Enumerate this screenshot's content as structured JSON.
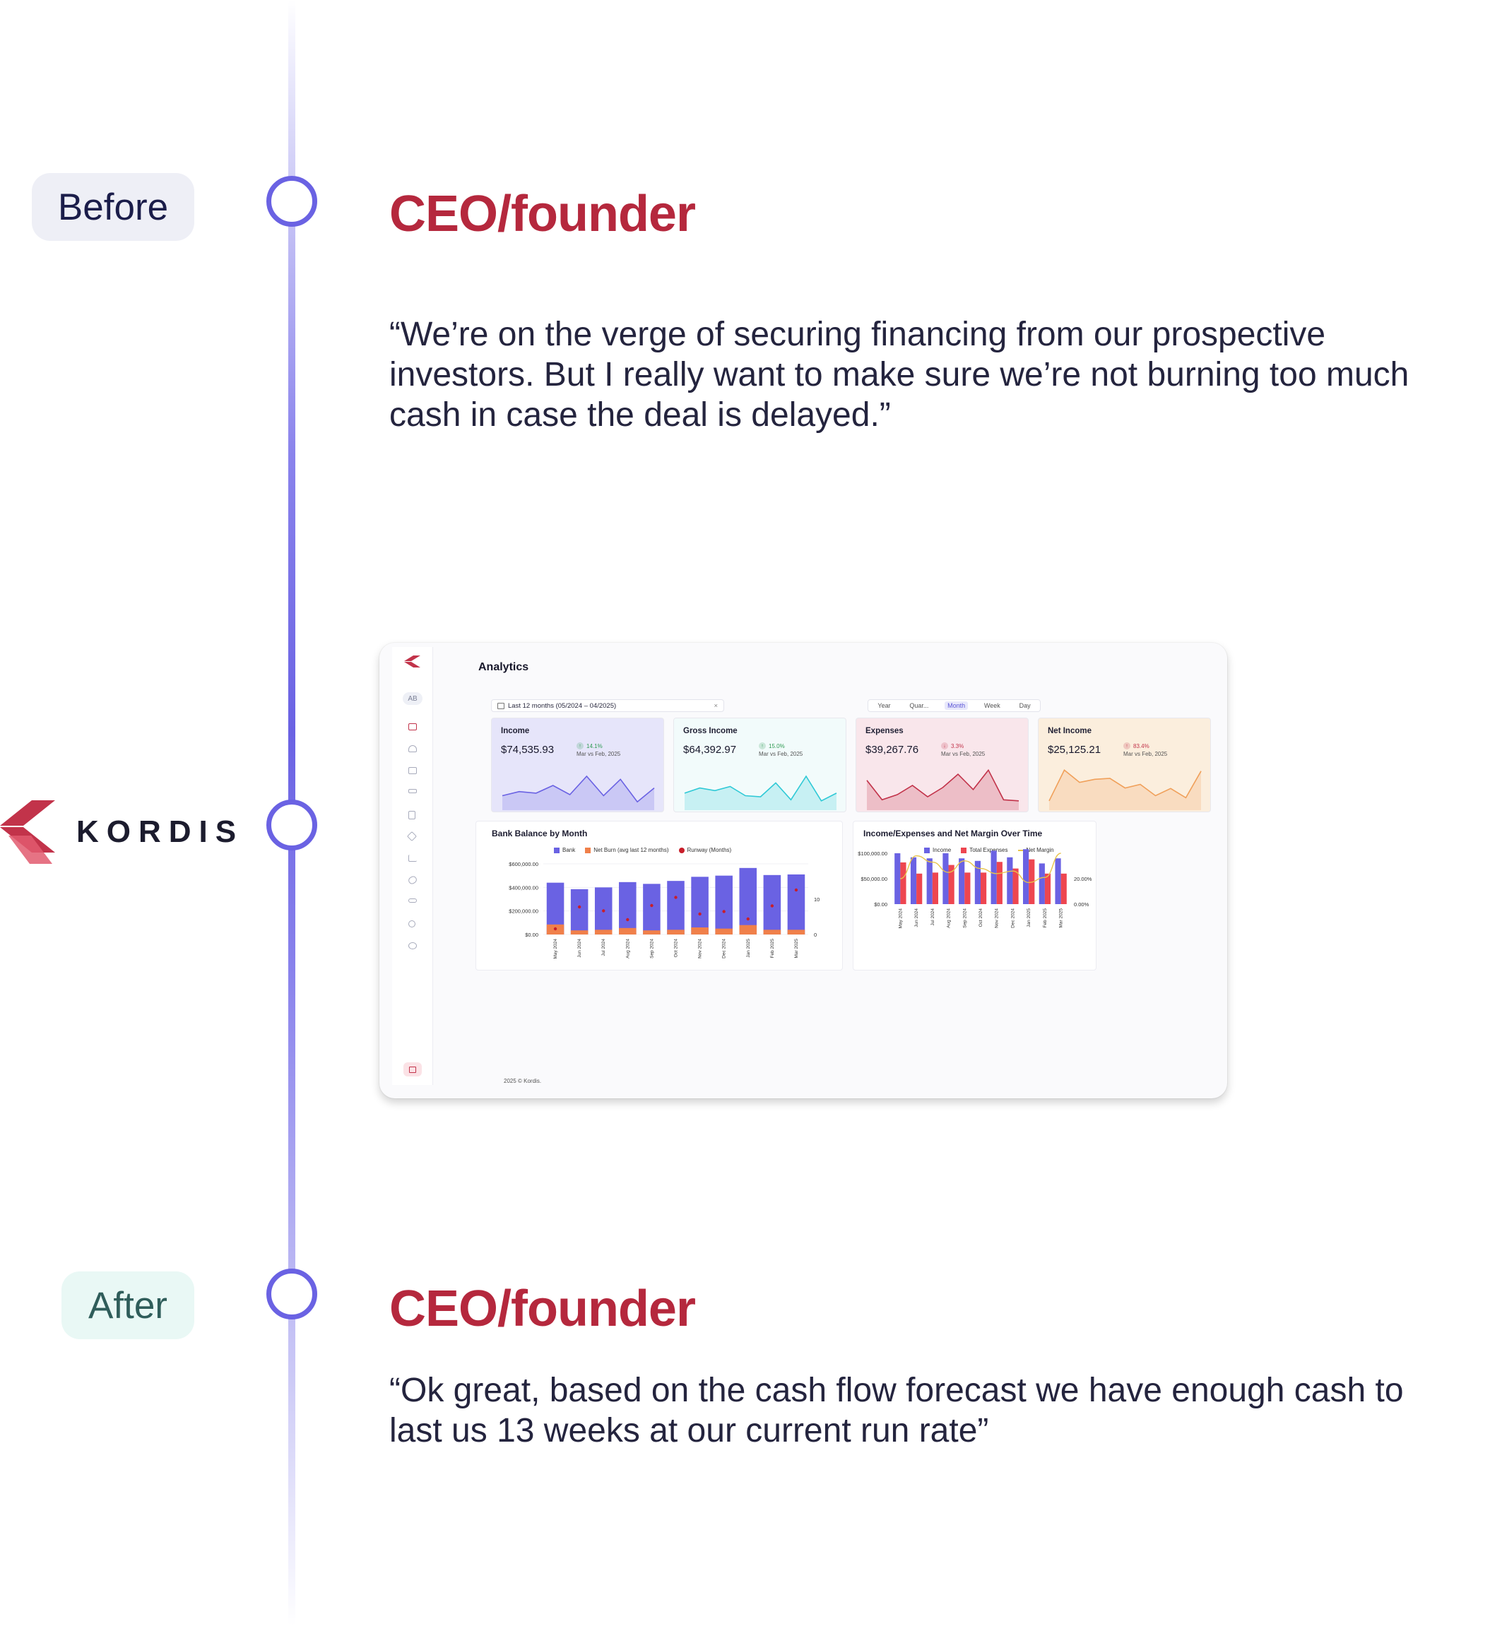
{
  "timeline": {
    "before": {
      "badge": "Before",
      "role": "CEO/founder",
      "quote": " “We’re on the verge of securing financing from our prospective investors. But I really want to make sure we’re not burning too much cash in case the deal is delayed.”"
    },
    "brand": {
      "name": "KORDIS"
    },
    "after": {
      "badge": "After",
      "role": "CEO/founder",
      "quote": "“Ok great, based on the cash flow forecast we have enough cash to last us 13 weeks at our current run rate”"
    }
  },
  "dashboard": {
    "title": "Analytics",
    "avatar": "AB",
    "date_filter": "Last 12 months (05/2024 – 04/2025)",
    "clear_symbol": "×",
    "range_tabs": [
      "Year",
      "Quar...",
      "Month",
      "Week",
      "Day"
    ],
    "active_range": "Month",
    "footer": "2025 © Kordis.",
    "kpis": [
      {
        "title": "Income",
        "value": "$74,535.93",
        "delta": "14.1%",
        "direction": "up",
        "sub": "Mar vs Feb, 2025",
        "color": "#6a62e3",
        "fill": "#e6e5fa",
        "trend": [
          60,
          52,
          55,
          40,
          58,
          22,
          60,
          28,
          72,
          45
        ]
      },
      {
        "title": "Gross Income",
        "value": "$64,392.97",
        "delta": "15.0%",
        "direction": "up",
        "sub": "Mar vs Feb, 2025",
        "color": "#2fc9d6",
        "fill": "#f2fbfb",
        "trend": [
          55,
          45,
          50,
          42,
          60,
          62,
          35,
          68,
          22,
          70,
          55
        ]
      },
      {
        "title": "Expenses",
        "value": "$39,267.76",
        "delta": "3.3%",
        "direction": "down",
        "sub": "Mar vs Feb, 2025",
        "color": "#c2334a",
        "fill": "#f9e6eb",
        "trend": [
          30,
          68,
          58,
          40,
          62,
          44,
          18,
          48,
          10,
          68,
          70
        ]
      },
      {
        "title": "Net Income",
        "value": "$25,125.21",
        "delta": "83.4%",
        "direction": "up",
        "sub": "Mar vs Feb, 2025",
        "color": "#f0a05a",
        "fill": "#fbeedd",
        "trend": [
          70,
          10,
          34,
          28,
          26,
          45,
          38,
          60,
          46,
          64,
          12
        ]
      }
    ],
    "colors": {
      "accent": "#6a62e3",
      "brand": "#b5283d",
      "up": "#2f9a53",
      "down": "#c2334a"
    }
  },
  "chart_data": [
    {
      "type": "bar",
      "title": "Bank Balance by Month",
      "categories": [
        "May 2024",
        "Jun 2024",
        "Jul 2024",
        "Aug 2024",
        "Sep 2024",
        "Oct 2024",
        "Nov 2024",
        "Dec 2024",
        "Jan 2025",
        "Feb 2025",
        "Mar 2025"
      ],
      "series": [
        {
          "name": "Bank",
          "color": "#6a62e3",
          "values": [
            440000,
            385000,
            400000,
            445000,
            430000,
            455000,
            490000,
            500000,
            565000,
            505000,
            510000
          ]
        },
        {
          "name": "Net Burn (avg last 12 months)",
          "color": "#f0804a",
          "values": [
            85000,
            35000,
            40000,
            55000,
            35000,
            40000,
            60000,
            50000,
            80000,
            40000,
            40000
          ]
        },
        {
          "name": "Runway (Months)",
          "color": "#c81e2a",
          "marker": "dot",
          "values": [
            1.6,
            7.8,
            6.7,
            4.2,
            8.2,
            10.5,
            5.8,
            6.5,
            4.4,
            8.1,
            12.6
          ]
        }
      ],
      "y_ticks": [
        "$600,000.00",
        "$400,000.00",
        "$200,000.00",
        "$0.00"
      ],
      "ylim": [
        0,
        600000
      ],
      "y2_ticks": [
        "10",
        "0"
      ],
      "y2lim": [
        0,
        20
      ]
    },
    {
      "type": "bar",
      "title": "Income/Expenses and Net Margin Over Time",
      "categories": [
        "May 2024",
        "Jun 2024",
        "Jul 2024",
        "Aug 2024",
        "Sep 2024",
        "Oct 2024",
        "Nov 2024",
        "Dec 2024",
        "Jan 2025",
        "Feb 2025",
        "Mar 2025"
      ],
      "series": [
        {
          "name": "Income",
          "color": "#6a62e3",
          "values": [
            100000,
            92000,
            90000,
            100000,
            90000,
            85000,
            105000,
            92000,
            108000,
            80000,
            90000
          ]
        },
        {
          "name": "Total Expenses",
          "color": "#ee4650",
          "values": [
            82000,
            60000,
            62000,
            77000,
            62000,
            62000,
            83000,
            70000,
            88000,
            60000,
            60000
          ]
        },
        {
          "name": "Net Margin",
          "color": "#e8c34a",
          "type": "line",
          "values": [
            20.0,
            38.0,
            33.0,
            25.0,
            34.0,
            28.0,
            24.0,
            26.0,
            17.0,
            21.0,
            40.0
          ]
        }
      ],
      "y_ticks": [
        "$100,000.00",
        "$50,000.00",
        "$0.00"
      ],
      "ylim": [
        0,
        100000
      ],
      "y2_ticks": [
        "20.00%",
        "0.00%"
      ],
      "y2lim": [
        0,
        40
      ]
    }
  ]
}
